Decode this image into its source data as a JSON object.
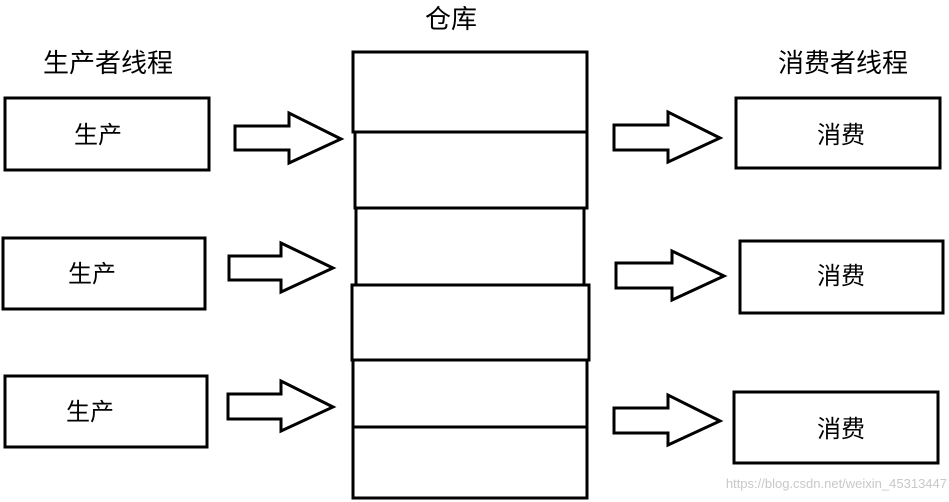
{
  "titles": {
    "warehouse": "仓库",
    "producers": "生产者线程",
    "consumers": "消费者线程"
  },
  "producers": [
    "生产",
    "生产",
    "生产"
  ],
  "consumers": [
    "消费",
    "消费",
    "消费"
  ],
  "warehouse_slots": 6,
  "watermark": "https://blog.csdn.net/weixin_45313447"
}
